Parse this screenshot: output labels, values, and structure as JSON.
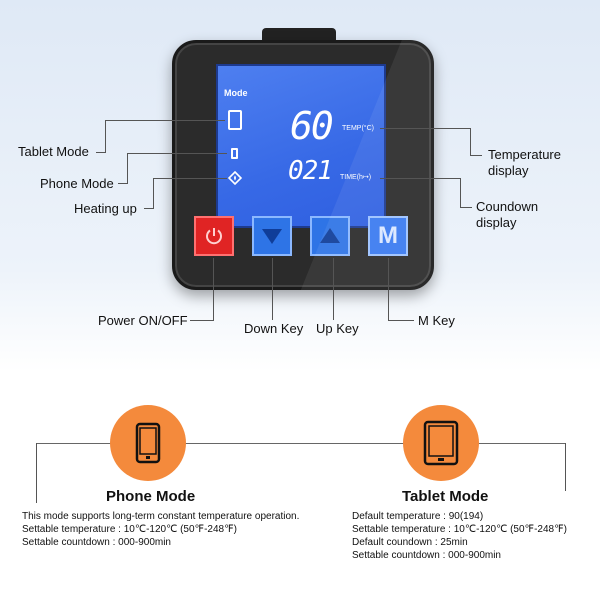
{
  "device": {
    "lcd": {
      "mode_label": "Mode",
      "temperature_value": "60",
      "temperature_unit": "TEMP(°C)",
      "countdown_value": "021",
      "countdown_unit": "TIME(h↦)"
    },
    "keys": {
      "m_key_label": "M"
    }
  },
  "callouts": {
    "tablet_mode": "Tablet Mode",
    "phone_mode": "Phone Mode",
    "heating_up": "Heating up",
    "temperature_display_line1": "Temperature",
    "temperature_display_line2": "display",
    "countdown_display_line1": "Coundown",
    "countdown_display_line2": "display",
    "power": "Power ON/OFF",
    "down_key": "Down Key",
    "up_key": "Up Key",
    "m_key": "M Key"
  },
  "phone_mode": {
    "title": "Phone Mode",
    "lines": [
      "This mode supports long-term constant temperature operation.",
      "Settable temperature : 10℃-120℃ (50℉-248℉)",
      "Settable countdown : 000-900min"
    ]
  },
  "tablet_mode": {
    "title": "Tablet Mode",
    "lines": [
      "Default temperature : 90(194)",
      "Settable temperature : 10℃-120℃ (50℉-248℉)",
      "Default coundown : 25min",
      "Settable countdown : 000-900min"
    ]
  },
  "colors": {
    "accent_orange": "#f48a3c",
    "lcd_blue": "#3769e6",
    "power_red": "#e02424"
  }
}
